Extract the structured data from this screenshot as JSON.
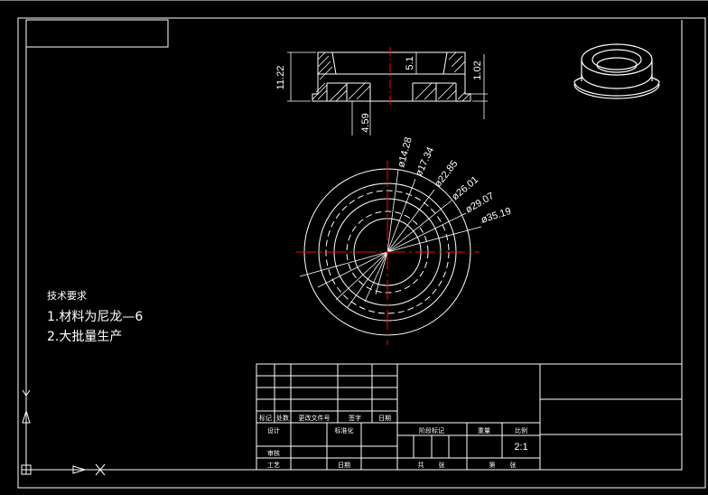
{
  "drawing": {
    "side_view": {
      "dimensions": {
        "height": "11.22",
        "step": "5.1",
        "flange": "1.02",
        "bore_depth": "4.59"
      }
    },
    "top_view": {
      "diameters": [
        "ø14.28",
        "ø17.34",
        "ø22.85",
        "ø26.01",
        "ø29.07",
        "ø35.19"
      ]
    },
    "tech_requirements": {
      "title": "技术要求",
      "items": [
        "1.材料为尼龙—6",
        "2.大批量生产"
      ]
    },
    "title_block": {
      "row_labels": [
        "标记",
        "处数",
        "更改文件号",
        "签字",
        "日期"
      ],
      "design": "设计",
      "standardization": "标准化",
      "review": "审核",
      "process": "工艺",
      "date": "日期",
      "stage_mark": "阶段标记",
      "weight": "重量",
      "scale": "比例",
      "scale_value": "2:1",
      "total_sheets_label": "共",
      "sheets_label": "张",
      "sheet_label": "第",
      "sheet_label_2": "张"
    }
  },
  "colors": {
    "background": "#000000",
    "lines": "#ffffff",
    "centerline": "#ff0000",
    "ucs": "#ffffff"
  }
}
